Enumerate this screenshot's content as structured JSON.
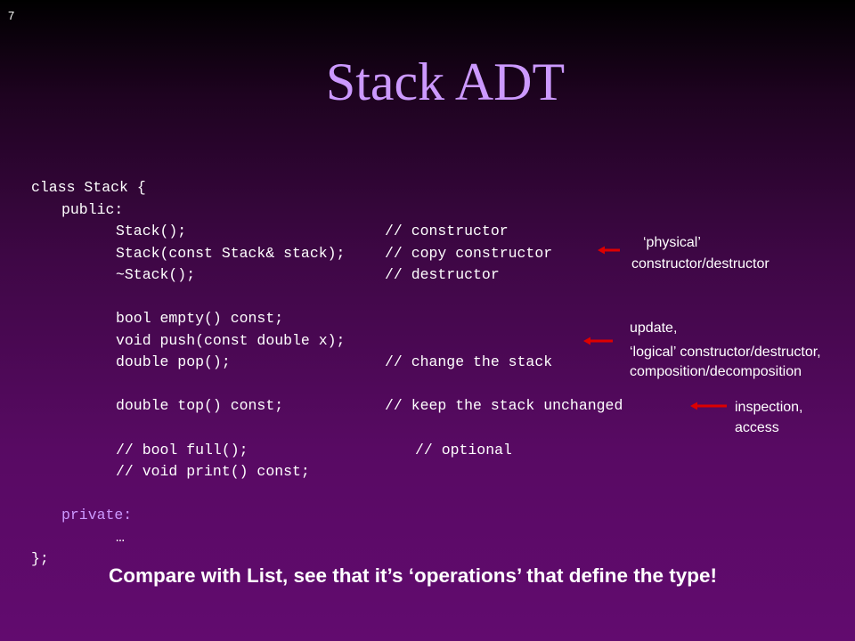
{
  "slide": {
    "number": "7",
    "title": "Stack ADT"
  },
  "code": {
    "l1": "class Stack {",
    "l2": "public:",
    "l3a": "Stack();",
    "l3b": "// constructor",
    "l4a": "Stack(const Stack& stack);",
    "l4b": "// copy constructor",
    "l5a": "~Stack();",
    "l5b": "// destructor",
    "l6": "bool empty() const;",
    "l7": "void push(const double x);",
    "l8a": "double pop();",
    "l8b": "// change the stack",
    "l9a": "double top() const;",
    "l9b": "// keep the stack unchanged",
    "l10a": "// bool full();",
    "l10b": "// optional",
    "l11": "// void print() const;",
    "l12": "private:",
    "l13": "…",
    "l14": "};"
  },
  "annotations": {
    "physical_1": "‘physical’",
    "physical_2": "constructor/destructor",
    "update_1": "update,",
    "update_2": "‘logical’ constructor/destructor,",
    "update_3": "composition/decomposition",
    "inspection_1": "inspection,",
    "inspection_2": "access"
  },
  "colors": {
    "title": "#cc99ff",
    "arrow": "#dd0000",
    "private_keyword": "#cc99ff"
  },
  "footer": {
    "message": "Compare with List, see that it’s ‘operations’ that define the type!"
  }
}
